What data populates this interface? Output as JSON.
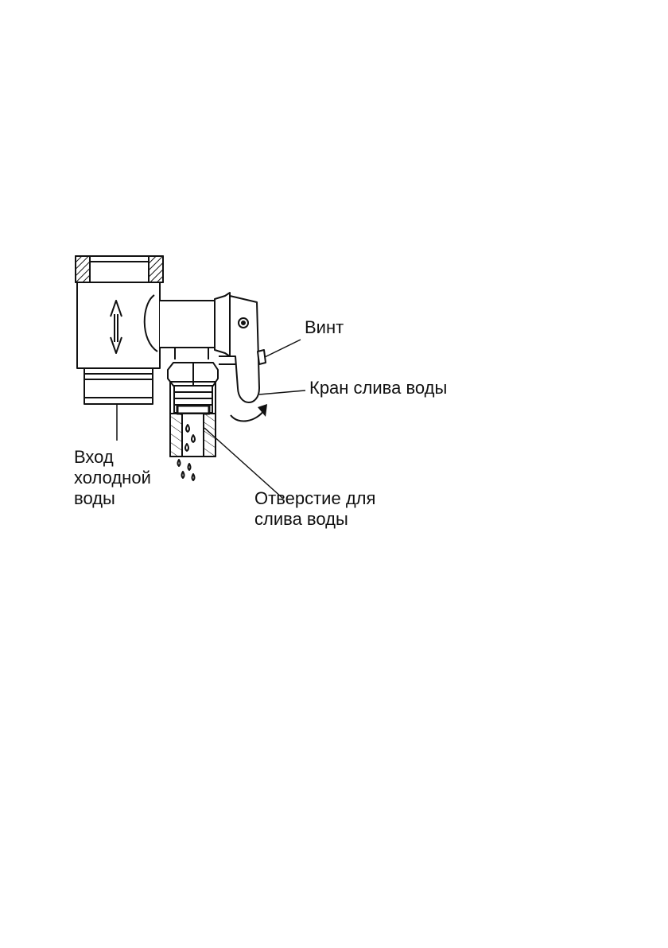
{
  "diagram": {
    "labels": {
      "screw": "Винт",
      "drain_tap": "Кран слива воды",
      "cold_water_inlet": [
        "Вход",
        "холодной",
        "воды"
      ],
      "drain_hole": [
        "Отверстие для",
        "слива воды"
      ]
    },
    "colors": {
      "ink": "#111111",
      "background": "#ffffff"
    }
  }
}
